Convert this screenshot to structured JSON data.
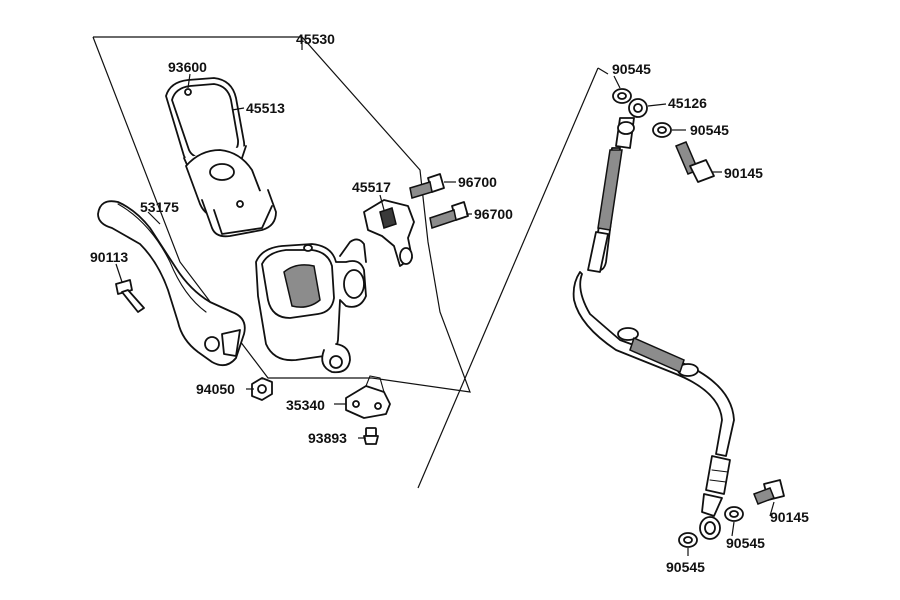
{
  "diagram": {
    "labels": {
      "assembly_master_cylinder": "45530",
      "reservoir_cap_screw": "93600",
      "reservoir_cap": "45513",
      "lever": "53175",
      "lever_bolt": "90113",
      "holder": "45517",
      "holder_bolt_upper": "96700",
      "holder_bolt_lower": "96700",
      "lever_nut": "94050",
      "brake_switch": "35340",
      "switch_screw": "93893",
      "washer_top_1": "90545",
      "hose_fitting": "45126",
      "washer_top_2": "90545",
      "banjo_bolt_top": "90145",
      "banjo_bolt_bottom": "90145",
      "washer_bottom_1": "90545",
      "washer_bottom_2": "90545"
    }
  }
}
